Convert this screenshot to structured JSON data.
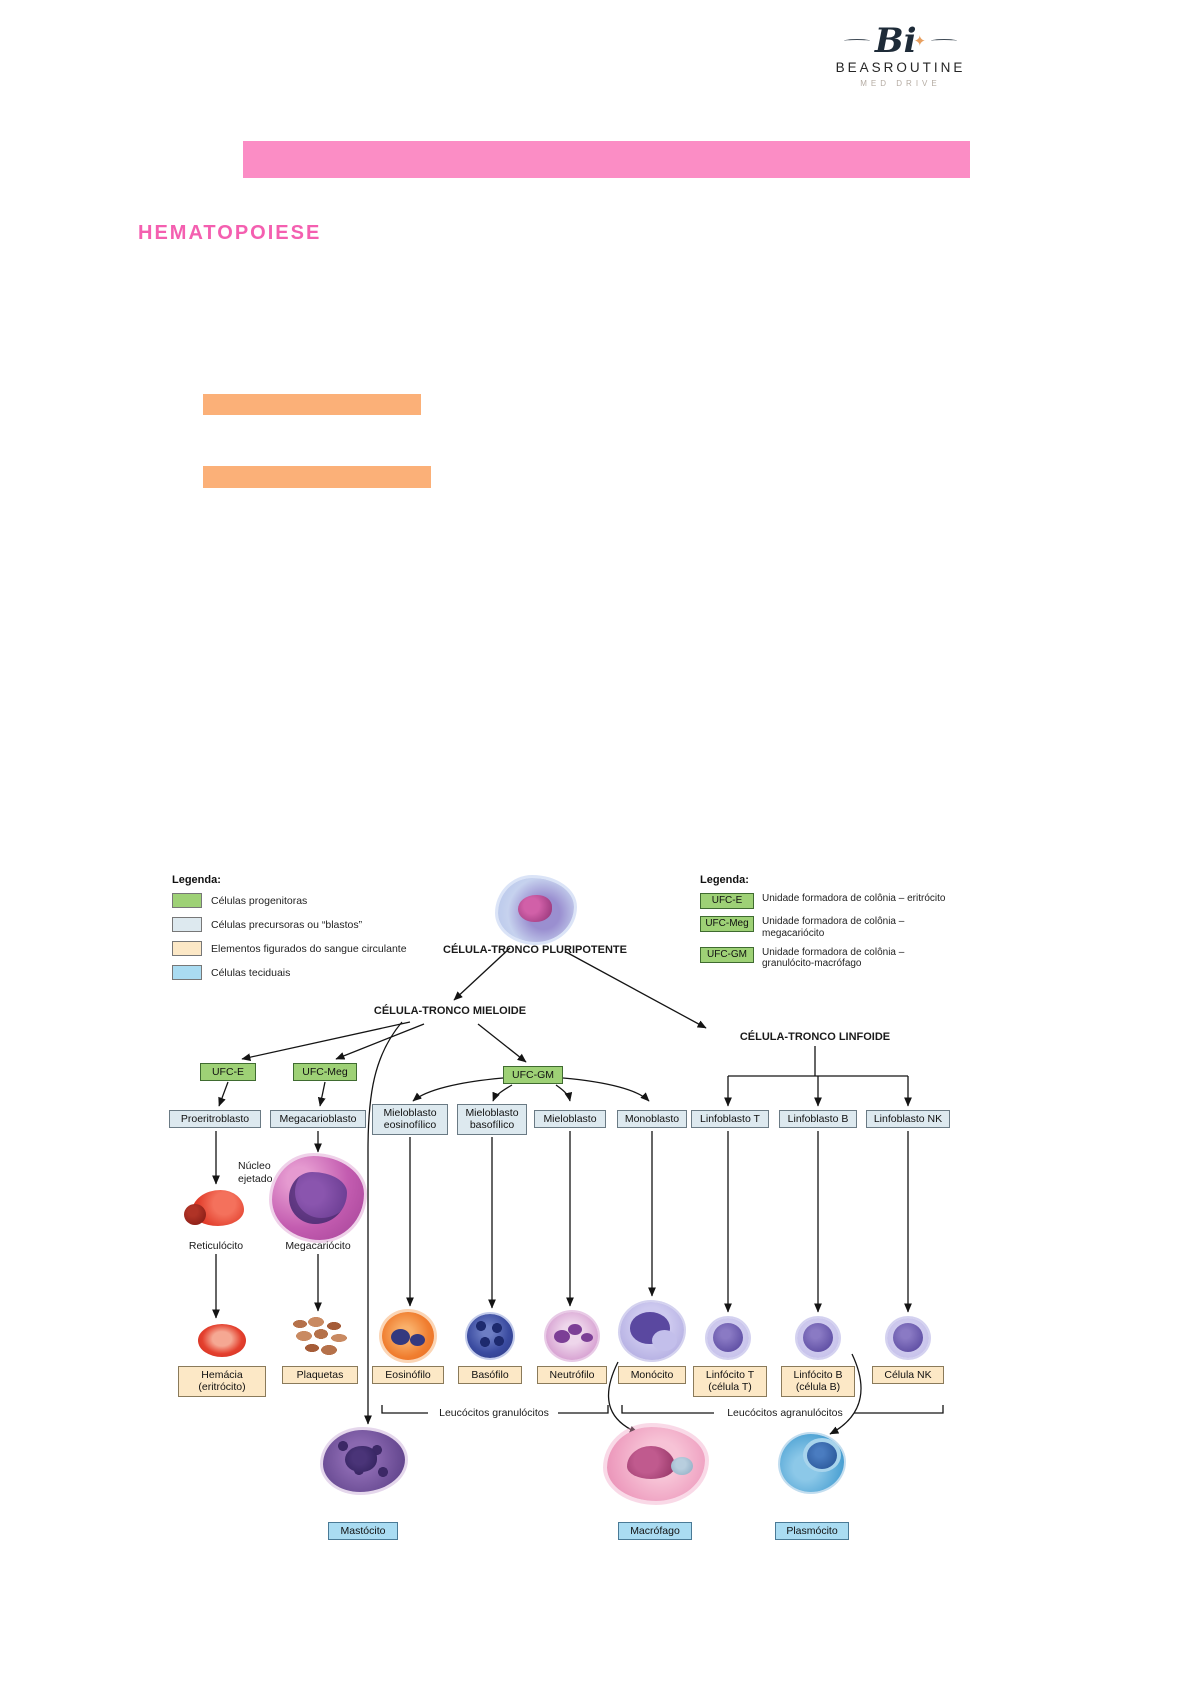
{
  "logo": {
    "monogram": "Bi",
    "name": "BEASROUTINE",
    "tagline": "MED DRIVE"
  },
  "title": "HEMATOPOIESE",
  "highlights": {
    "pink": "#fb8dc5",
    "orange": "#fbb078",
    "title_color": "#f45fb0"
  },
  "diagram": {
    "legend_left": {
      "title": "Legenda:",
      "items": [
        {
          "label": "Células progenitoras",
          "color": "#9ed176"
        },
        {
          "label": "Células precursoras ou “blastos”",
          "color": "#dde9ef"
        },
        {
          "label": "Elementos figurados do sangue circulante",
          "color": "#fce8c6"
        },
        {
          "label": "Células teciduais",
          "color": "#aadcf2"
        }
      ]
    },
    "legend_right": {
      "title": "Legenda:",
      "items": [
        {
          "tag": "UFC-E",
          "label": "Unidade formadora de colônia – eritrócito"
        },
        {
          "tag": "UFC-Meg",
          "label": "Unidade formadora de colônia – megacariócito"
        },
        {
          "tag": "UFC-GM",
          "label": "Unidade formadora de colônia – granulócito-macrófago"
        }
      ]
    },
    "stem_cells": {
      "pluripotente": "CÉLULA-TRONCO PLURIPOTENTE",
      "mieloide": "CÉLULA-TRONCO MIELOIDE",
      "linfoide": "CÉLULA-TRONCO LINFOIDE"
    },
    "progenitors": {
      "ufc_e": "UFC-E",
      "ufc_meg": "UFC-Meg",
      "ufc_gm": "UFC-GM"
    },
    "precursors": [
      "Proeritroblasto",
      "Megacarioblasto",
      "Mieloblasto eosinofílico",
      "Mieloblasto basofílico",
      "Mieloblasto",
      "Monoblasto",
      "Linfoblasto T",
      "Linfoblasto B",
      "Linfoblasto NK"
    ],
    "intermediate": {
      "nucleo_ejetado": "Núcleo ejetado",
      "reticulocito": "Reticulócito",
      "megacariocito": "Megacariócito"
    },
    "blood_cells": [
      "Hemácia (eritrócito)",
      "Plaquetas",
      "Eosinófilo",
      "Basófilo",
      "Neutrófilo",
      "Monócito",
      "Linfócito T (célula T)",
      "Linfócito B (célula B)",
      "Célula NK"
    ],
    "groups": [
      "Leucócitos granulócitos",
      "Leucócitos agranulócitos"
    ],
    "tissue_cells": [
      "Mastócito",
      "Macrófago",
      "Plasmócito"
    ]
  }
}
